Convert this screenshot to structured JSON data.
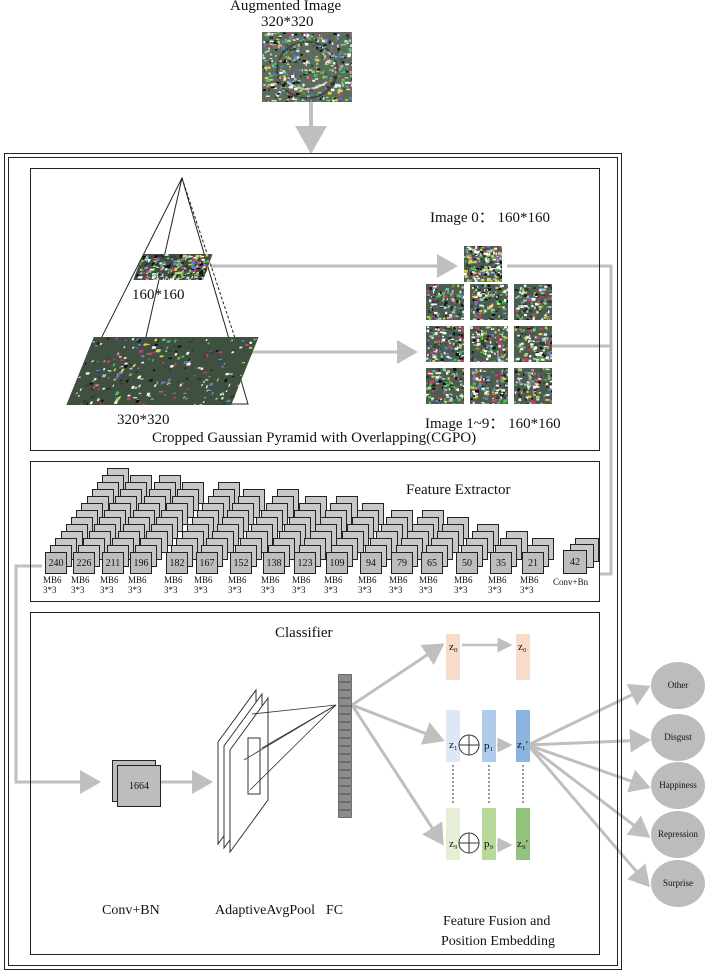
{
  "title": {
    "line1": "Augmented Image",
    "line2": "320*320"
  },
  "cgpo": {
    "pyramid_top_label": "160*160",
    "pyramid_bottom_label": "320*320",
    "image0_label": "Image 0： 160*160",
    "image19_label": "Image 1~9： 160*160",
    "caption": "Cropped  Gaussian Pyramid with Overlapping(CGPO)"
  },
  "feature_extractor": {
    "title": "Feature Extractor",
    "blocks": [
      {
        "value": "240",
        "label": "MB6 3*3"
      },
      {
        "value": "226",
        "label": "MB6 3*3"
      },
      {
        "value": "211",
        "label": "MB6 3*3"
      },
      {
        "value": "196",
        "label": "MB6 3*3"
      },
      {
        "value": "182",
        "label": "MB6 3*3"
      },
      {
        "value": "167",
        "label": "MB6 3*3"
      },
      {
        "value": "152",
        "label": "MB6 3*3"
      },
      {
        "value": "138",
        "label": "MB6 3*3"
      },
      {
        "value": "123",
        "label": "MB6 3*3"
      },
      {
        "value": "109",
        "label": "MB6 3*3"
      },
      {
        "value": "94",
        "label": "MB6 3*3"
      },
      {
        "value": "79",
        "label": "MB6 3*3"
      },
      {
        "value": "65",
        "label": "MB6 3*3"
      },
      {
        "value": "50",
        "label": "MB6 3*3"
      },
      {
        "value": "35",
        "label": "MB6 3*3"
      },
      {
        "value": "21",
        "label": "MB6 3*3"
      }
    ],
    "first_block": {
      "value": "42",
      "label": "Conv+Bn"
    }
  },
  "classifier": {
    "title": "Classifier",
    "conv_value": "1664",
    "labels": {
      "conv": "Conv+BN",
      "pool": "AdaptiveAvgPool",
      "fc": "FC",
      "fusion_line1": "Feature Fusion and",
      "fusion_line2": "Position Embedding"
    },
    "tokens": {
      "z0": "z₀",
      "z1": "z₁",
      "p1": "p₁",
      "z9": "z₉",
      "p9": "p₉",
      "z0out": "z₀",
      "z1out": "z₁′",
      "z9out": "z₉′"
    },
    "outputs": [
      "Other",
      "Disgust",
      "Happiness",
      "Repression",
      "Surprise"
    ]
  },
  "colors": {
    "arrow": "#bfbfbf",
    "block": "#bdbdbd",
    "peach": "#f7dccb",
    "light_blue": "#dce8f5",
    "blue": "#aecbea",
    "mid_blue": "#8db4de",
    "light_green": "#e4efd6",
    "green": "#b9d89b",
    "mid_green": "#93c47d",
    "ellipse": "#bcbcbc"
  }
}
